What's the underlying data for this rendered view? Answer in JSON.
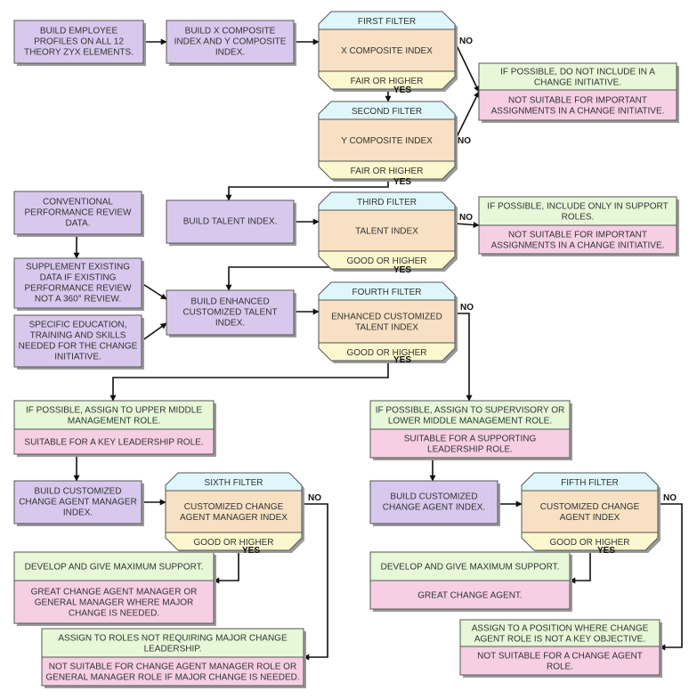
{
  "boxes": [
    {
      "id": "build-profiles",
      "lines": [
        "BUILD EMPLOYEE",
        "PROFILES ON ALL 12",
        "THEORY ZYX ELEMENTS."
      ]
    },
    {
      "id": "build-xy-index",
      "lines": [
        "BUILD X COMPOSITE",
        "INDEX AND Y COMPOSITE",
        "INDEX."
      ]
    },
    {
      "id": "build-talent-index",
      "lines": [
        "BUILD TALENT INDEX."
      ]
    },
    {
      "id": "conventional-review",
      "lines": [
        "CONVENTIONAL",
        "PERFORMANCE REVIEW",
        "DATA."
      ]
    },
    {
      "id": "supplement-data",
      "lines": [
        "SUPPLEMENT EXISTING",
        "DATA IF EXISTING",
        "PERFORMANCE REVIEW",
        "NOT A 360° REVIEW."
      ]
    },
    {
      "id": "specific-education",
      "lines": [
        "SPECIFIC EDUCATION,",
        "TRAINING AND SKILLS",
        "NEEDED FOR THE CHANGE",
        "INITIATIVE."
      ]
    },
    {
      "id": "build-enhanced-index",
      "lines": [
        "BUILD ENHANCED",
        "CUSTOMIZED TALENT",
        "INDEX."
      ]
    },
    {
      "id": "build-cam-index",
      "lines": [
        "BUILD CUSTOMIZED",
        "CHANGE AGENT MANAGER",
        "INDEX."
      ]
    },
    {
      "id": "build-ca-index",
      "lines": [
        "BUILD CUSTOMIZED",
        "CHANGE AGENT INDEX."
      ]
    }
  ],
  "outcomes": [
    {
      "id": "not-include",
      "top": [
        "IF POSSIBLE, DO NOT INCLUDE IN A",
        "CHANGE INITIATIVE."
      ],
      "bottom": [
        "NOT SUITABLE FOR IMPORTANT",
        "ASSIGNMENTS IN A CHANGE INITIATIVE."
      ]
    },
    {
      "id": "support-roles",
      "top": [
        "IF POSSIBLE, INCLUDE ONLY IN SUPPORT",
        "ROLES."
      ],
      "bottom": [
        "NOT SUITABLE FOR IMPORTANT",
        "ASSIGNMENTS IN A CHANGE INITIATIVE."
      ]
    },
    {
      "id": "upper-middle",
      "top": [
        "IF POSSIBLE, ASSIGN TO UPPER MIDDLE",
        "MANAGEMENT ROLE."
      ],
      "bottom": [
        "SUITABLE FOR A KEY LEADERSHIP ROLE."
      ]
    },
    {
      "id": "supervisory",
      "top": [
        "IF POSSIBLE, ASSIGN TO SUPERVISORY OR",
        "LOWER MIDDLE MANAGEMENT ROLE."
      ],
      "bottom": [
        "SUITABLE FOR A SUPPORTING",
        "LEADERSHIP ROLE."
      ]
    },
    {
      "id": "max-support-left",
      "top": [
        "DEVELOP AND GIVE MAXIMUM SUPPORT."
      ],
      "bottom": [
        "GREAT CHANGE AGENT MANAGER OR",
        "GENERAL MANAGER WHERE MAJOR",
        "CHANGE IS NEEDED."
      ]
    },
    {
      "id": "no-major-change",
      "top": [
        "ASSIGN TO ROLES NOT REQUIRING MAJOR CHANGE",
        "LEADERSHIP."
      ],
      "bottom": [
        "NOT SUITABLE FOR CHANGE AGENT MANAGER ROLE OR",
        "GENERAL MANAGER ROLE IF MAJOR CHANGE IS NEEDED."
      ]
    },
    {
      "id": "max-support-right",
      "top": [
        "DEVELOP AND GIVE MAXIMUM SUPPORT."
      ],
      "bottom": [
        "GREAT CHANGE AGENT."
      ]
    },
    {
      "id": "not-key-objective",
      "top": [
        "ASSIGN TO A POSITION WHERE CHANGE",
        "AGENT ROLE IS NOT A KEY OBJECTIVE."
      ],
      "bottom": [
        "NOT SUITABLE FOR A CHANGE AGENT",
        "ROLE."
      ]
    }
  ],
  "filters": [
    {
      "id": "first-filter",
      "title": "FIRST FILTER",
      "middle": [
        "X COMPOSITE INDEX"
      ],
      "bottom": "FAIR OR HIGHER"
    },
    {
      "id": "second-filter",
      "title": "SECOND FILTER",
      "middle": [
        "Y COMPOSITE INDEX"
      ],
      "bottom": "FAIR OR HIGHER"
    },
    {
      "id": "third-filter",
      "title": "THIRD FILTER",
      "middle": [
        "TALENT INDEX"
      ],
      "bottom": "GOOD OR HIGHER"
    },
    {
      "id": "fourth-filter",
      "title": "FOURTH FILTER",
      "middle": [
        "ENHANCED CUSTOMIZED",
        "TALENT INDEX"
      ],
      "bottom": "GOOD OR HIGHER"
    },
    {
      "id": "sixth-filter",
      "title": "SIXTH FILTER",
      "middle": [
        "CUSTOMIZED CHANGE",
        "AGENT MANAGER INDEX"
      ],
      "bottom": "GOOD OR HIGHER"
    },
    {
      "id": "fifth-filter",
      "title": "FIFTH FILTER",
      "middle": [
        "CUSTOMIZED CHANGE",
        "AGENT INDEX"
      ],
      "bottom": "GOOD OR HIGHER"
    }
  ],
  "labels": {
    "yes": "YES",
    "no": "NO"
  }
}
